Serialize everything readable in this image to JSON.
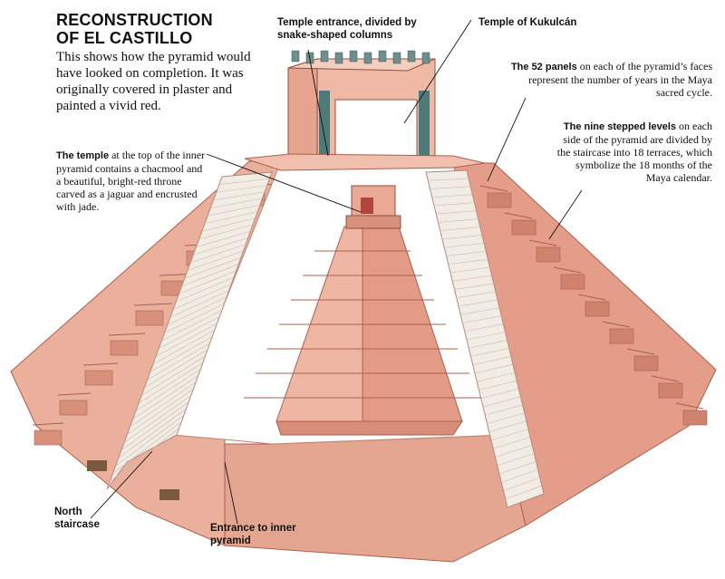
{
  "title": "RECONSTRUCTION\nOF EL CASTILLO",
  "intro": "This shows how the pyramid would have looked on completion. It was originally covered in plaster and painted a vivid red.",
  "labels": {
    "temple_entrance": "Temple entrance, divided by snake-shaped columns",
    "temple_kukulcan": "Temple of Kukulcán",
    "panels_bold": "The 52 panels",
    "panels_text": " on each of the pyramid’s faces represent the number of years in the Maya sacred cycle.",
    "levels_bold": "The nine stepped levels",
    "levels_text": " on each side of the pyramid are divided by the staircase into 18 terraces, which symbolize the 18 months of the Maya calendar.",
    "inner_temple_bold": "The temple",
    "inner_temple_text": " at the top of the inner pyramid contains a chacmool and a beautiful, bright-red throne carved as a jaguar and encrusted with jade.",
    "north_staircase": "North staircase",
    "entrance_inner": "Entrance to inner pyramid"
  },
  "colors": {
    "stone_light": "#f3c2b0",
    "stone_mid": "#e8a48e",
    "stone_dark": "#c97a66",
    "stair": "#f1ece4",
    "cut_white": "#ffffff"
  }
}
